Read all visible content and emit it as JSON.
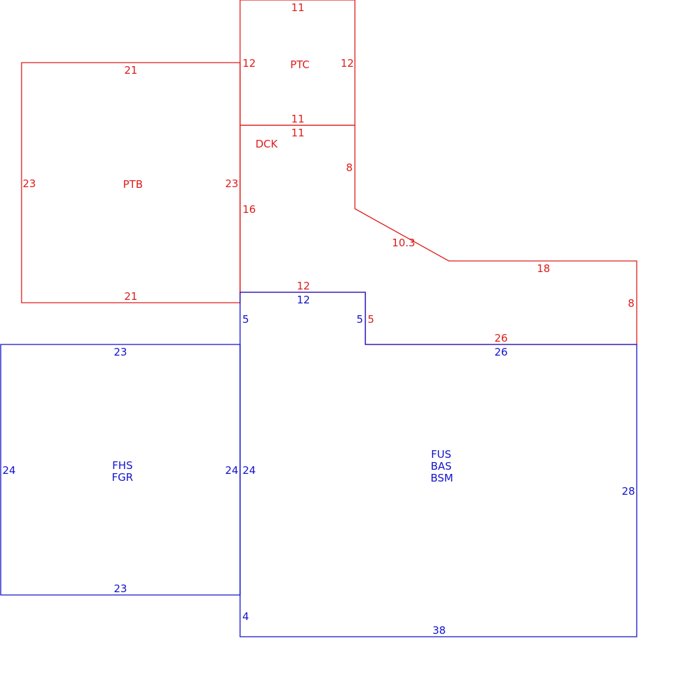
{
  "colors": {
    "red": "#dd1c1a",
    "blue": "#1212cc"
  },
  "areas": {
    "ptb": {
      "label": "PTB",
      "top": "21",
      "bottom": "21",
      "left": "23",
      "right": "23"
    },
    "ptc": {
      "label": "PTC",
      "top": "11",
      "bottom": "11",
      "left": "12",
      "right": "12"
    },
    "dck": {
      "label": "DCK",
      "top": "11",
      "side_right": "8",
      "side_left": "16",
      "diagonal": "10.3",
      "ledge": "18",
      "right": "8",
      "notch_top": "12",
      "notch_side": "5",
      "bottom": "26"
    },
    "fhs": {
      "label_1": "FHS",
      "label_2": "FGR",
      "top": "23",
      "bottom": "23",
      "left": "24",
      "right": "24"
    },
    "fus": {
      "label_1": "FUS",
      "label_2": "BAS",
      "label_3": "BSM",
      "notch_top": "12",
      "left_upper": "5",
      "notch_side": "5",
      "step_top": "26",
      "left_mid": "24",
      "right": "28",
      "left_lower": "4",
      "bottom": "38"
    }
  }
}
